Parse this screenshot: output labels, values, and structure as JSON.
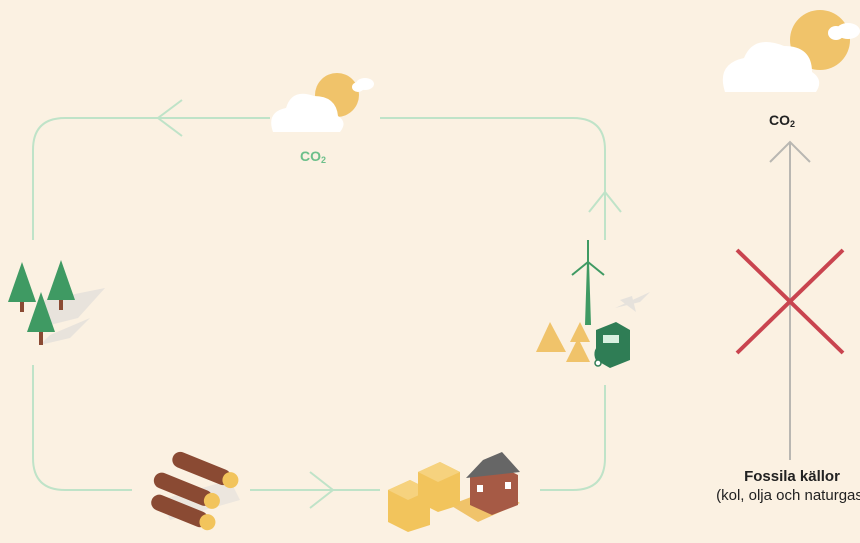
{
  "cycle": {
    "co2_label": "CO",
    "co2_sub": "2"
  },
  "fossil": {
    "co2_label": "CO",
    "co2_sub": "2",
    "title": "Fossila källor",
    "description": "(kol, olja och naturgas)"
  },
  "colors": {
    "background": "#fbf1e2",
    "cycle_line": "#bfe3c8",
    "co2_green": "#6cbf8a",
    "fossil_line": "#b9b7b2",
    "cross": "#c9444f",
    "tree": "#3f9a63",
    "sun": "#f0c36a",
    "wood": "#8a4a33",
    "planks": "#f2c45c",
    "pump": "#2f7d55"
  },
  "icons": [
    "forest-icon",
    "logs-icon",
    "lumber-icon",
    "house-icon",
    "wind-turbine-icon",
    "fuel-pump-icon",
    "airplane-icon",
    "cloud-sun-icon",
    "cross-icon"
  ]
}
